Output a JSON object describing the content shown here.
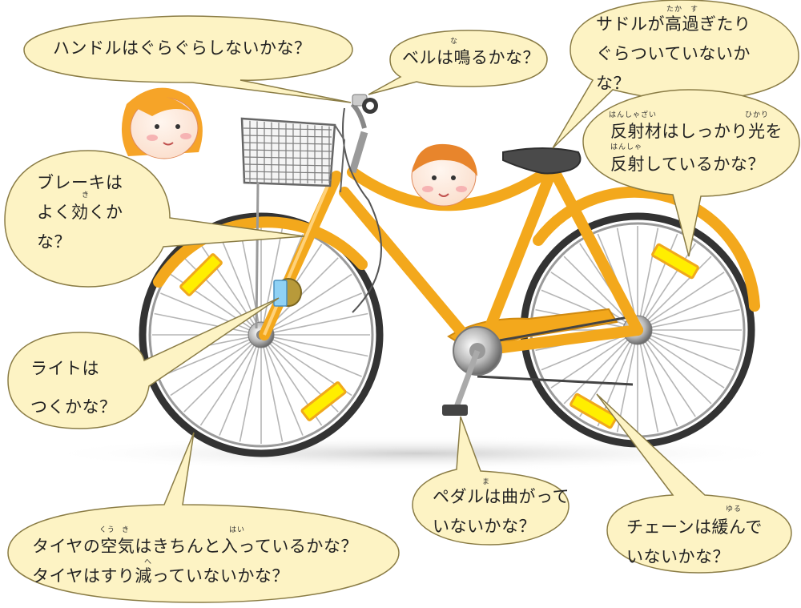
{
  "colors": {
    "bubble_fill": "#fdf3c4",
    "bubble_stroke": "#8a7c45",
    "frame": "#f3a81c",
    "tire": "#333333",
    "reflector": "#ffee00"
  },
  "icons": [
    "bicycle-illustration",
    "girl-face-icon",
    "boy-face-icon",
    "basket-icon",
    "saddle-icon",
    "bell-icon",
    "light-icon",
    "pedal-icon"
  ],
  "bubbles": {
    "handle": {
      "lines": [
        "ハンドルはぐらぐらしないかな？"
      ]
    },
    "bell": {
      "lines": [
        "ベルは鳴るかな？"
      ],
      "ruby": [
        "な"
      ]
    },
    "saddle": {
      "lines": [
        "サドルが高過ぎたり",
        "ぐらついていないか",
        "な？"
      ],
      "ruby": [
        "たか",
        "す"
      ]
    },
    "reflector": {
      "lines": [
        "反射材はしっかり光を",
        "反射しているかな？"
      ],
      "ruby": [
        "はんしゃざい",
        "ひかり",
        "はんしゃ"
      ]
    },
    "brake": {
      "lines": [
        "ブレーキは",
        "よく効くか",
        "な？"
      ],
      "ruby": [
        "き"
      ]
    },
    "light": {
      "lines": [
        "ライトは",
        "つくかな？"
      ]
    },
    "tire": {
      "lines": [
        "タイヤの空気はきちんと入っているかな？",
        "タイヤはすり減っていないかな？"
      ],
      "ruby": [
        "くう",
        "き",
        "はい",
        "へ"
      ]
    },
    "pedal": {
      "lines": [
        "ペダルは曲がって",
        "いないかな？"
      ],
      "ruby": [
        "ま"
      ]
    },
    "chain": {
      "lines": [
        "チェーンは緩んで",
        "いないかな？"
      ],
      "ruby": [
        "ゆる"
      ]
    }
  }
}
